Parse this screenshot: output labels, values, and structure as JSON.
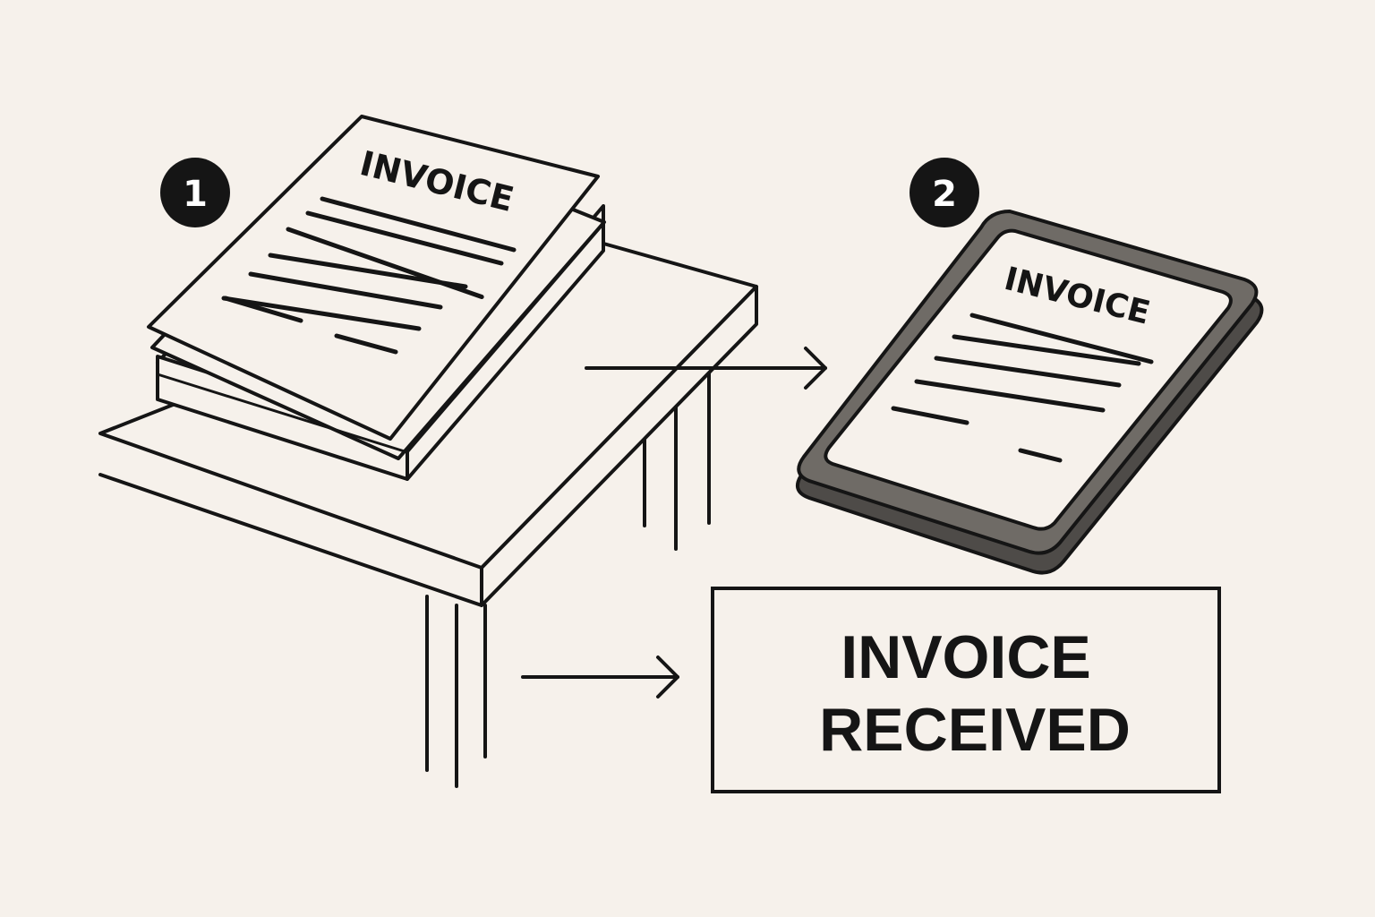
{
  "steps": [
    {
      "number": "1",
      "document_title": "INVOICE"
    },
    {
      "number": "2",
      "document_title": "INVOICE"
    }
  ],
  "status_box": {
    "line1": "INVOICE",
    "line2": "RECEIVED"
  },
  "icons": [
    "paper-stack-icon",
    "desk-icon",
    "tablet-icon",
    "arrow-right-icon"
  ],
  "colors": {
    "background": "#f6f1eb",
    "ink": "#151515",
    "tablet_frame": "#6f6b66",
    "paper": "#f6f1eb"
  }
}
